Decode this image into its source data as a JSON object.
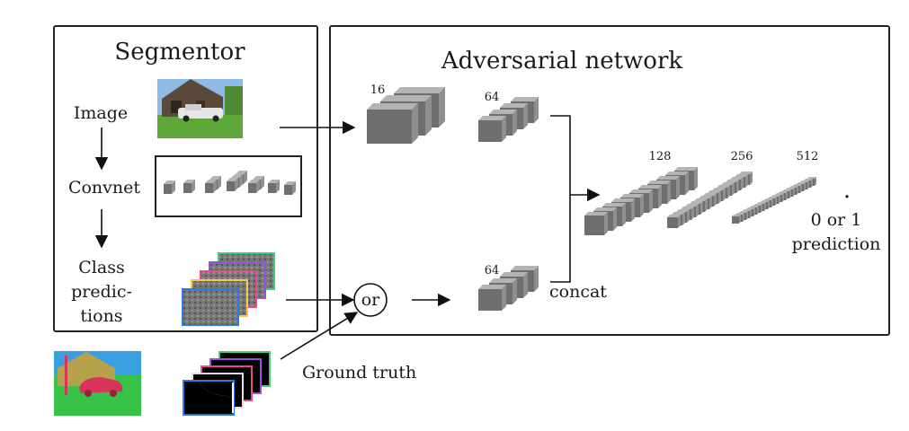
{
  "segmentor": {
    "title": "Segmentor",
    "image_label": "Image",
    "convnet_label": "Convnet",
    "class_predictions_label": [
      "Class",
      "predic-",
      "tions"
    ]
  },
  "adversarial": {
    "title": "Adversarial network",
    "block_labels": [
      "16",
      "64",
      "64",
      "128",
      "256",
      "512"
    ],
    "concat_label": "concat",
    "output_dot": ".",
    "output_label": [
      "0 or 1",
      "prediction"
    ]
  },
  "or_label": "or",
  "ground_truth_label": "Ground truth",
  "colors": {
    "frame": "#222222",
    "block_front": "#6f6f6f",
    "block_side": "#8f8f8f",
    "block_top": "#b4b4b4",
    "grass": "#5ea83a",
    "sky": "#8fb9e6",
    "gt_grass": "#37c24a",
    "gt_sky": "#38a0e0",
    "gt_car": "#d8345a"
  },
  "map_border_colors": [
    "#2c7be5",
    "#f2c94c",
    "#e84a8a",
    "#9b51e0",
    "#47c97a"
  ]
}
